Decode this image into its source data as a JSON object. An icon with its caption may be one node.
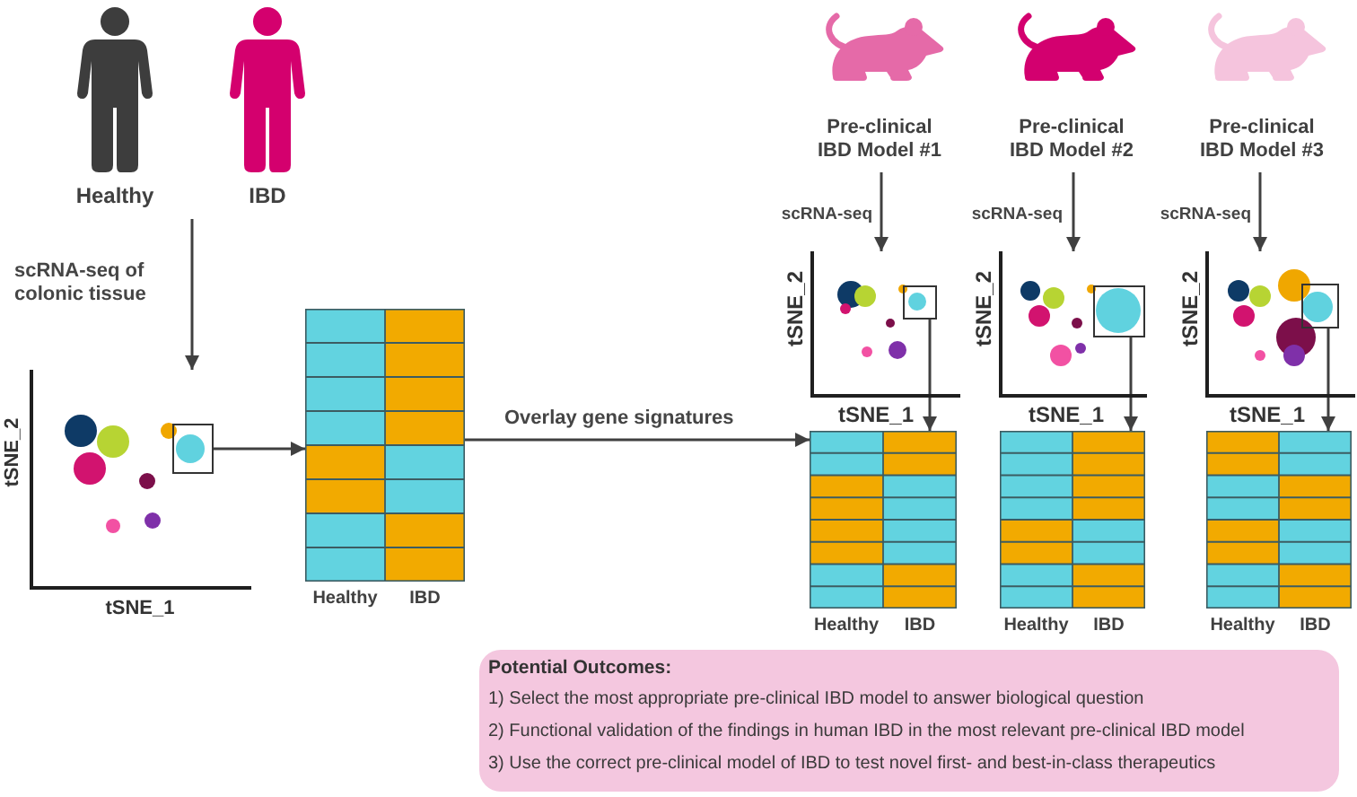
{
  "diagram": {
    "nodes": [
      {
        "text": [
          "Healthy"
        ]
      },
      {
        "text": [
          "IBD"
        ]
      },
      {
        "text": [
          "tSNE_2",
          "tSNE_1"
        ]
      },
      {
        "text": [],
        "shape": "box",
        "in": 2
      },
      {
        "text": [
          "Healthy",
          "IBD"
        ]
      },
      {
        "text": [
          "Pre-clinical IBD Model #1"
        ]
      },
      {
        "text": [
          "tSNE_2",
          "tSNE_1"
        ]
      },
      {
        "text": [],
        "shape": "box",
        "in": 6
      },
      {
        "text": [
          "Healthy",
          "IBD"
        ]
      },
      {
        "text": [
          "Pre-clinical IBD Model #2"
        ]
      },
      {
        "text": [
          "tSNE_2",
          "tSNE_1"
        ]
      },
      {
        "text": [],
        "shape": "box",
        "in": 10
      },
      {
        "text": [
          "Healthy",
          "IBD"
        ]
      },
      {
        "text": [
          "Pre-clinical IBD Model #3"
        ]
      },
      {
        "text": [
          "tSNE_2",
          "tSNE_1"
        ]
      },
      {
        "text": [],
        "shape": "box",
        "in": 14
      },
      {
        "text": [
          "Healthy",
          "IBD"
        ]
      },
      {
        "text": [
          "Potential Outcomes:",
          "1) Select the most appropriate pre-clinical IBD model to answer biological question",
          "2) Functional validation of the findings in human IBD in the most relevant pre-clinical IBD model",
          "3) Use the correct pre-clinical model of IBD to test novel first- and best-in-class therapeutics"
        ]
      }
    ],
    "edges": [
      {
        "from": null,
        "to": 2,
        "arrow": "to",
        "label": "scRNA-seq of colonic tissue"
      },
      {
        "from": 3,
        "to": 4,
        "arrow": "to"
      },
      {
        "from": 4,
        "to": 8,
        "arrow": "to",
        "label": "Overlay gene signatures"
      },
      {
        "from": 5,
        "to": 6,
        "arrow": "to",
        "label": "scRNA-seq"
      },
      {
        "from": 7,
        "to": 8,
        "arrow": "to"
      },
      {
        "from": 9,
        "to": 10,
        "arrow": "to",
        "label": "scRNA-seq"
      },
      {
        "from": 11,
        "to": 12,
        "arrow": "to"
      },
      {
        "from": 13,
        "to": 14,
        "arrow": "to",
        "label": "scRNA-seq"
      },
      {
        "from": 15,
        "to": 16,
        "arrow": "to"
      }
    ]
  }
}
